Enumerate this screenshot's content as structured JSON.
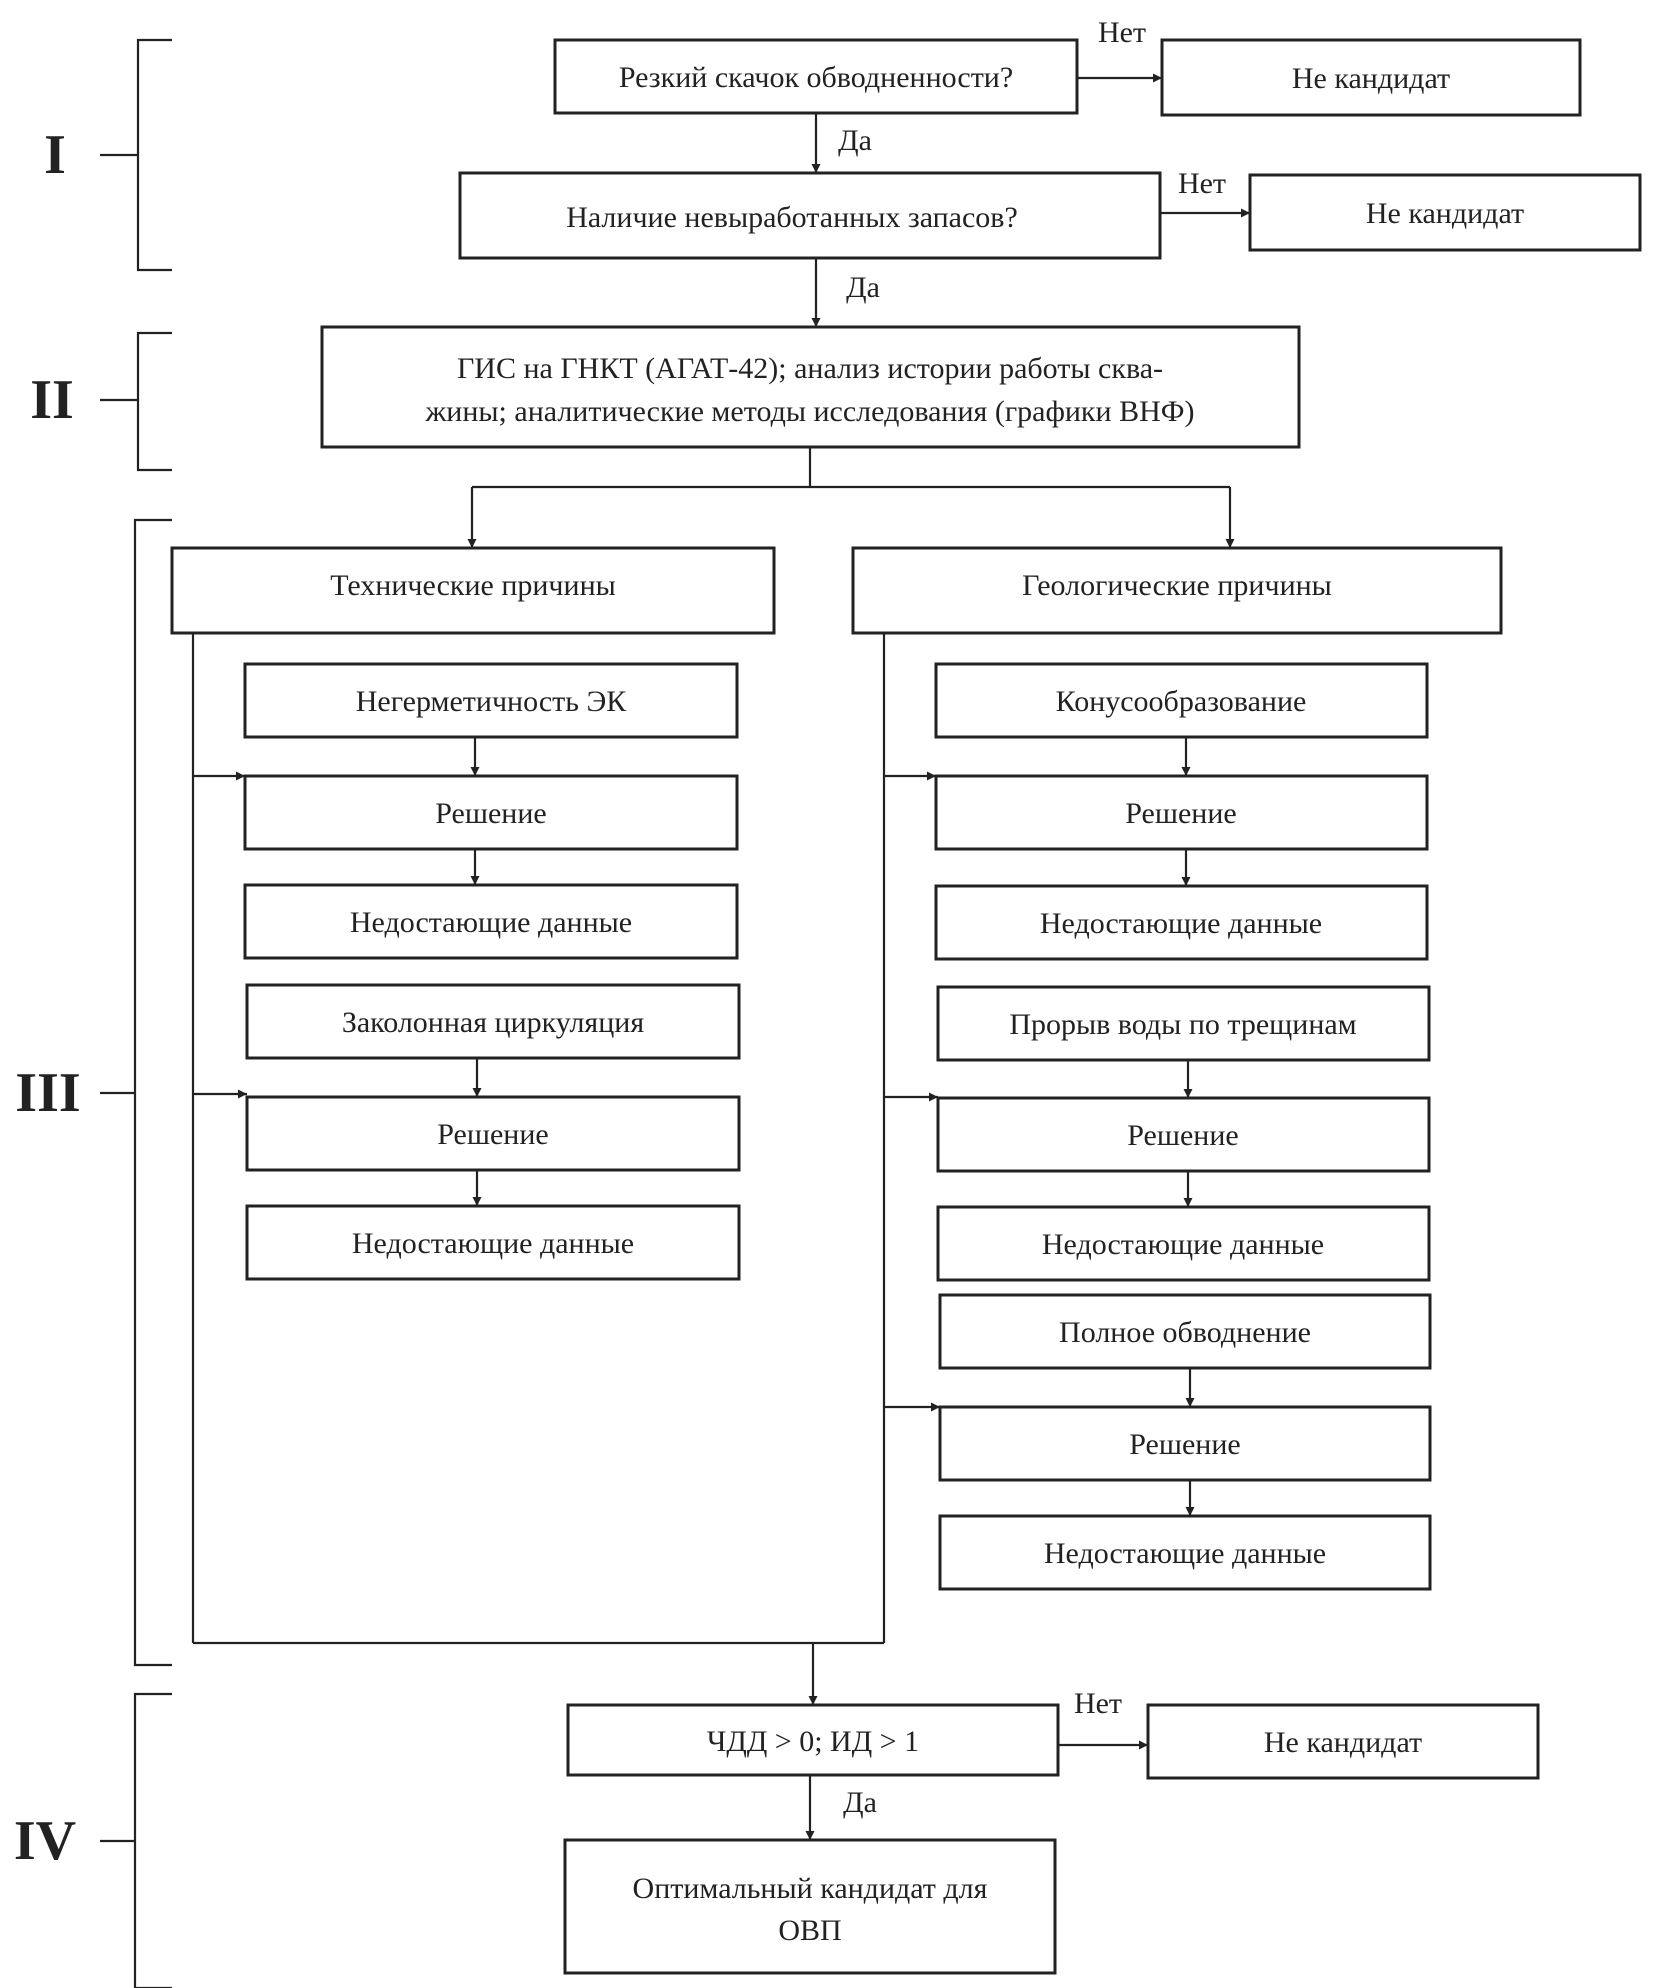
{
  "stages": [
    "I",
    "II",
    "III",
    "IV"
  ],
  "labels": {
    "yes": "Да",
    "no": "Нет"
  },
  "stage1": {
    "q1": "Резкий скачок обводненности?",
    "q1_no": "Не кандидат",
    "q2": "Наличие невыработанных запасов?",
    "q2_no": "Не кандидат"
  },
  "stage2": {
    "line1": "ГИС на ГНКТ (АГАТ-42); анализ истории работы сква-",
    "line2": "жины; аналитические методы исследования (графики ВНФ)"
  },
  "stage3": {
    "technical": {
      "title": "Технические причины",
      "groups": [
        {
          "cause": "Негерметичность ЭК",
          "solution": "Решение",
          "missing": "Недостающие данные"
        },
        {
          "cause": "Заколонная циркуляция",
          "solution": "Решение",
          "missing": "Недостающие данные"
        }
      ]
    },
    "geological": {
      "title": "Геологические причины",
      "groups": [
        {
          "cause": "Конусообразование",
          "solution": "Решение",
          "missing": "Недостающие данные"
        },
        {
          "cause": "Прорыв воды по трещинам",
          "solution": "Решение",
          "missing": "Недостающие данные"
        },
        {
          "cause": "Полное обводнение",
          "solution": "Решение",
          "missing": "Недостающие данные"
        }
      ]
    }
  },
  "stage4": {
    "criterion": "ЧДД > 0; ИД > 1",
    "criterion_no": "Не кандидат",
    "result_line1": "Оптимальный кандидат для",
    "result_line2": "ОВП"
  }
}
